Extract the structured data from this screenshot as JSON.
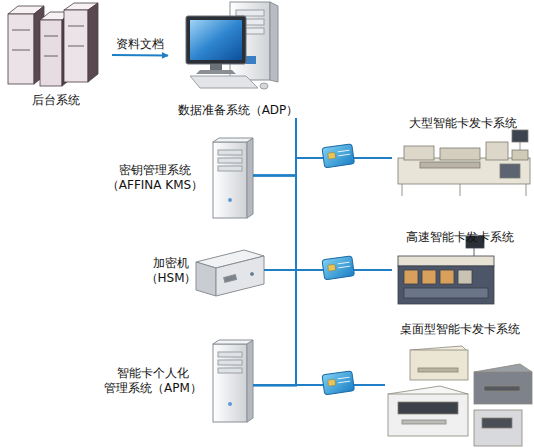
{
  "diagram": {
    "nodes": [
      {
        "text": [
          "后台系统"
        ]
      },
      {
        "text": [
          "数据准备系统（ADP）"
        ]
      },
      {
        "text": [
          "密钥管理系统 （AFFINA KMS）"
        ]
      },
      {
        "text": [
          "加密机 （HSM）"
        ]
      },
      {
        "text": [
          "智能卡个人化 管理系统（APM）"
        ]
      },
      {
        "text": [
          "大型智能卡发卡系统"
        ]
      },
      {
        "text": [
          "高速智能卡发卡系统"
        ]
      },
      {
        "text": [
          "桌面型智能卡发卡系统"
        ]
      }
    ],
    "edges": [
      {
        "from": 0,
        "to": 1,
        "arrow": "to",
        "label": "资料文档"
      },
      {
        "from": 1,
        "to": 5,
        "arrow": "none"
      },
      {
        "from": 1,
        "to": 6,
        "arrow": "none"
      },
      {
        "from": 1,
        "to": 7,
        "arrow": "none"
      },
      {
        "from": 2,
        "to": 5,
        "arrow": "none"
      },
      {
        "from": 2,
        "to": 6,
        "arrow": "none"
      },
      {
        "from": 2,
        "to": 7,
        "arrow": "none"
      },
      {
        "from": 3,
        "to": 5,
        "arrow": "none"
      },
      {
        "from": 3,
        "to": 6,
        "arrow": "none"
      },
      {
        "from": 3,
        "to": 7,
        "arrow": "none"
      },
      {
        "from": 4,
        "to": 5,
        "arrow": "none"
      },
      {
        "from": 4,
        "to": 6,
        "arrow": "none"
      },
      {
        "from": 4,
        "to": 7,
        "arrow": "none"
      }
    ]
  }
}
